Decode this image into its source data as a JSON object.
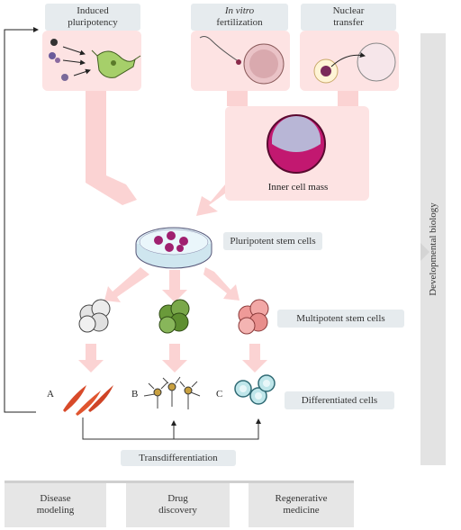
{
  "sources": {
    "induced": "Induced\npluripotency",
    "ivf_italic": "In vitro",
    "ivf_rest": "fertilization",
    "nuclear": "Nuclear\ntransfer",
    "inner_cell_mass": "Inner cell mass"
  },
  "stages": {
    "pluripotent": "Pluripotent stem cells",
    "multipotent": "Multipotent stem cells",
    "differentiated": "Differentiated cells"
  },
  "letters": {
    "a": "A",
    "b": "B",
    "c": "C"
  },
  "transdifferentiation": "Transdifferentiation",
  "side_label": "Developmental biology",
  "applications": [
    {
      "label": "Disease\nmodeling"
    },
    {
      "label": "Drug\ndiscovery"
    },
    {
      "label": "Regenerative\nmedicine"
    }
  ],
  "colors": {
    "pink_panel": "#fde3e3",
    "arrow_pink": "#fbd3d3",
    "label_bg": "#e6ebee",
    "side_bar": "#e3e3e3"
  }
}
